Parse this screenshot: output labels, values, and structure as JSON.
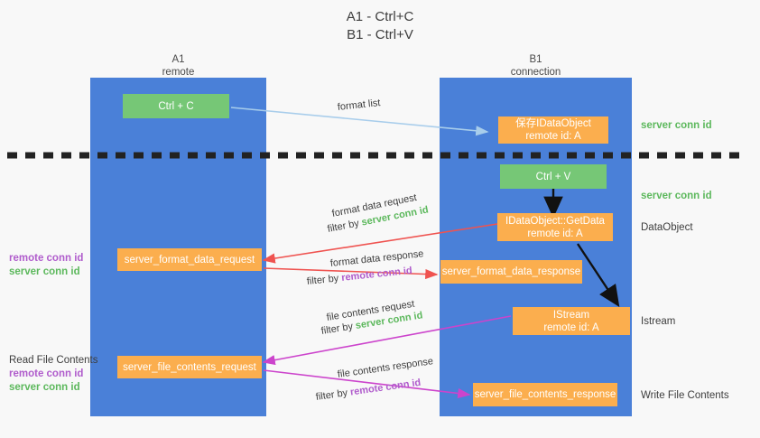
{
  "title": {
    "line1": "A1 - Ctrl+C",
    "line2": "B1 - Ctrl+V"
  },
  "colors": {
    "lane": "#4a80d8",
    "green_node": "#76c776",
    "orange_node": "#fbae4e",
    "server_conn": "#5cb85c",
    "remote_conn": "#b05ccc",
    "format_list_arrow": "#a8cdeb",
    "format_data_arrow": "#ef5350",
    "file_contents_arrow": "#cc44cc",
    "control_arrow": "#111111",
    "divider": "#222222",
    "background": "#f8f8f8"
  },
  "columns": [
    {
      "name": "A1",
      "sub": "remote"
    },
    {
      "name": "B1",
      "sub": "connection"
    }
  ],
  "nodes": {
    "ctrl_c": {
      "line1": "Ctrl + C",
      "line2": ""
    },
    "ctrl_v": {
      "line1": "Ctrl + V",
      "line2": ""
    },
    "save_idataobject": {
      "line1": "保存IDataObject",
      "line2": "remote id: A"
    },
    "idataobject_getdata": {
      "line1": "IDataObject::GetData",
      "line2": "remote id: A"
    },
    "istream": {
      "line1": "IStream",
      "line2": "remote id: A"
    },
    "server_format_data_request": {
      "line1": "server_format_data_request",
      "line2": ""
    },
    "server_format_data_response": {
      "line1": "server_format_data_response",
      "line2": ""
    },
    "server_file_contents_request": {
      "line1": "server_file_contents_request",
      "line2": ""
    },
    "server_file_contents_response": {
      "line1": "server_file_contents_response",
      "line2": ""
    }
  },
  "edge_labels": {
    "format_list": "format list",
    "format_data_request": "format data request",
    "format_data_request_filter_prefix": "filter by ",
    "format_data_request_filter_key": "server conn id",
    "format_data_response": "format data response",
    "format_data_response_filter_prefix": "filter by ",
    "format_data_response_filter_key": "remote conn id",
    "file_contents_request": "file contents request",
    "file_contents_request_filter_prefix": "filter by ",
    "file_contents_request_filter_key": "server conn id",
    "file_contents_response": "file contents response",
    "file_contents_response_filter_prefix": "filter by ",
    "file_contents_response_filter_key": "remote conn id"
  },
  "right_labels": {
    "server_conn_top": "server conn id",
    "server_conn_mid": "server conn id",
    "dataobject": "DataObject",
    "istream": "Istream",
    "write_file_contents": "Write File Contents"
  },
  "left_labels": {
    "remote_conn_upper": "remote conn id",
    "server_conn_upper": "server conn id",
    "read_file_contents": "Read File Contents",
    "remote_conn_lower": "remote conn id",
    "server_conn_lower": "server conn id"
  }
}
